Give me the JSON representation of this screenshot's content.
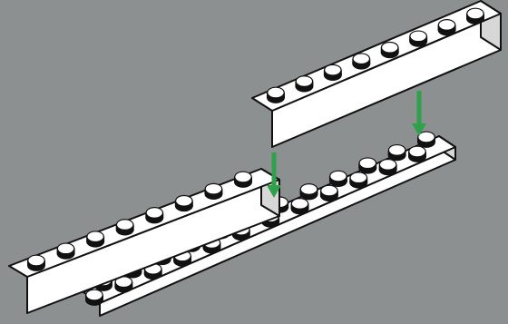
{
  "scene": {
    "kind": "brick-assembly-instruction",
    "background_color": "#8c9091",
    "brick_color": "#ffffff",
    "outline_color": "#111111",
    "shade_color": "#d7d7d7",
    "arrow_color": "#2fa14a",
    "parts": [
      {
        "id": "upper-brick",
        "type": "brick",
        "studs": 8
      },
      {
        "id": "plate",
        "type": "plate",
        "rows": 2,
        "studs_per_row": 12
      },
      {
        "id": "lower-brick",
        "type": "brick",
        "studs": 8
      }
    ],
    "arrows": [
      {
        "name": "arrow-left",
        "direction": "down"
      },
      {
        "name": "arrow-right",
        "direction": "down"
      }
    ]
  }
}
